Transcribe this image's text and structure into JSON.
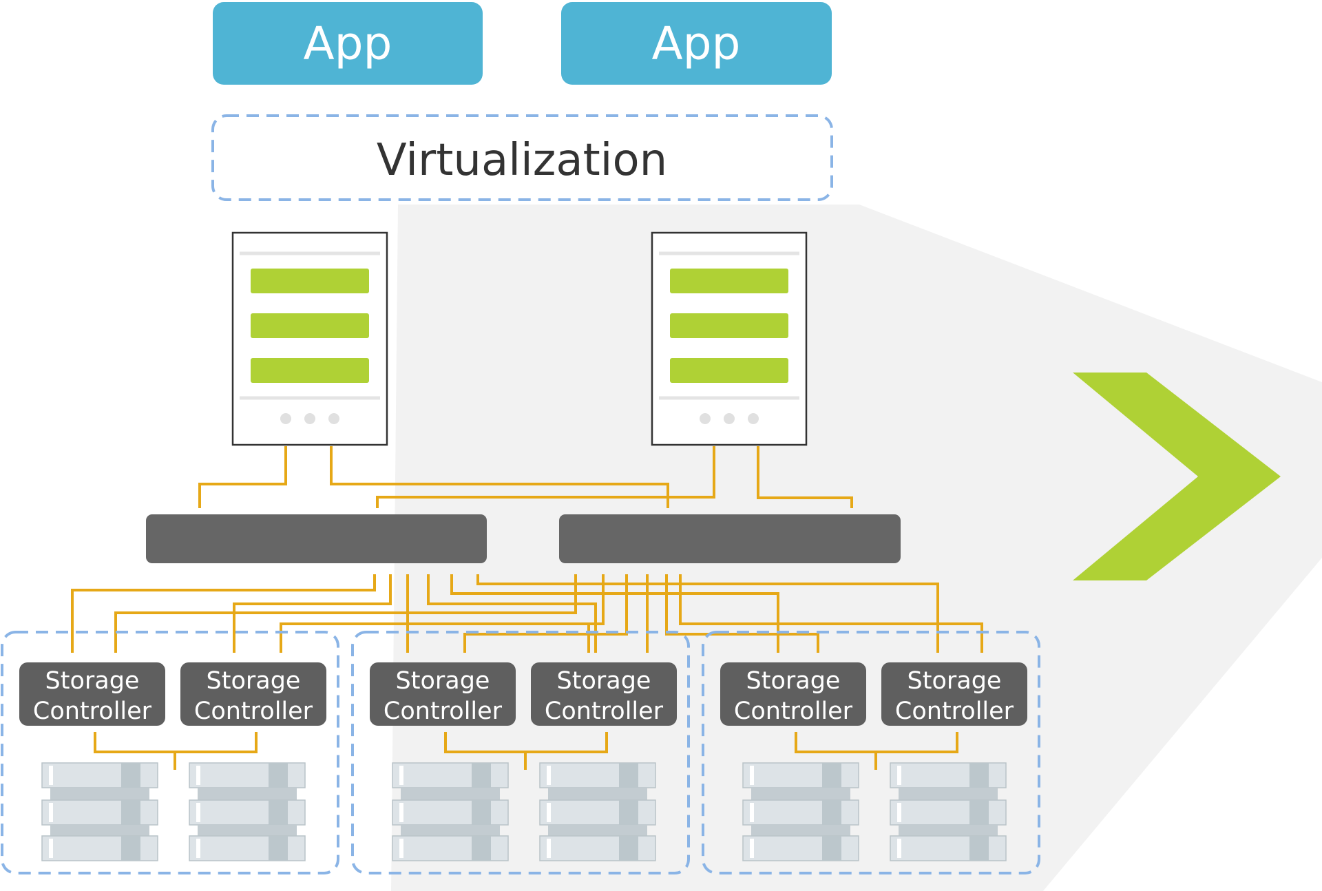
{
  "apps": [
    {
      "label": "App"
    },
    {
      "label": "App"
    }
  ],
  "virtualization": {
    "label": "Virtualization"
  },
  "servers": [
    {
      "icon": "server-icon",
      "slot_count": 3
    },
    {
      "icon": "server-icon",
      "slot_count": 3
    }
  ],
  "switches": [
    {
      "icon": "network-switch-icon"
    },
    {
      "icon": "network-switch-icon"
    }
  ],
  "storage_groups": [
    {
      "controllers": [
        {
          "line1": "Storage",
          "line2": "Controller"
        },
        {
          "line1": "Storage",
          "line2": "Controller"
        }
      ],
      "disk_stacks": 2
    },
    {
      "controllers": [
        {
          "line1": "Storage",
          "line2": "Controller"
        },
        {
          "line1": "Storage",
          "line2": "Controller"
        }
      ],
      "disk_stacks": 2
    },
    {
      "controllers": [
        {
          "line1": "Storage",
          "line2": "Controller"
        },
        {
          "line1": "Storage",
          "line2": "Controller"
        }
      ],
      "disk_stacks": 2
    }
  ],
  "arrow": {
    "icon": "chevron-right-icon"
  },
  "colors": {
    "app": "#4fb4d4",
    "virtualization_border": "#8ab4e6",
    "server_slot": "#afd135",
    "switch": "#666666",
    "controller": "#5f5f5f",
    "cable": "#e6a817",
    "chevron": "#afd135",
    "highlight_panel": "#f2f2f2",
    "disk": "#dde3e7"
  }
}
